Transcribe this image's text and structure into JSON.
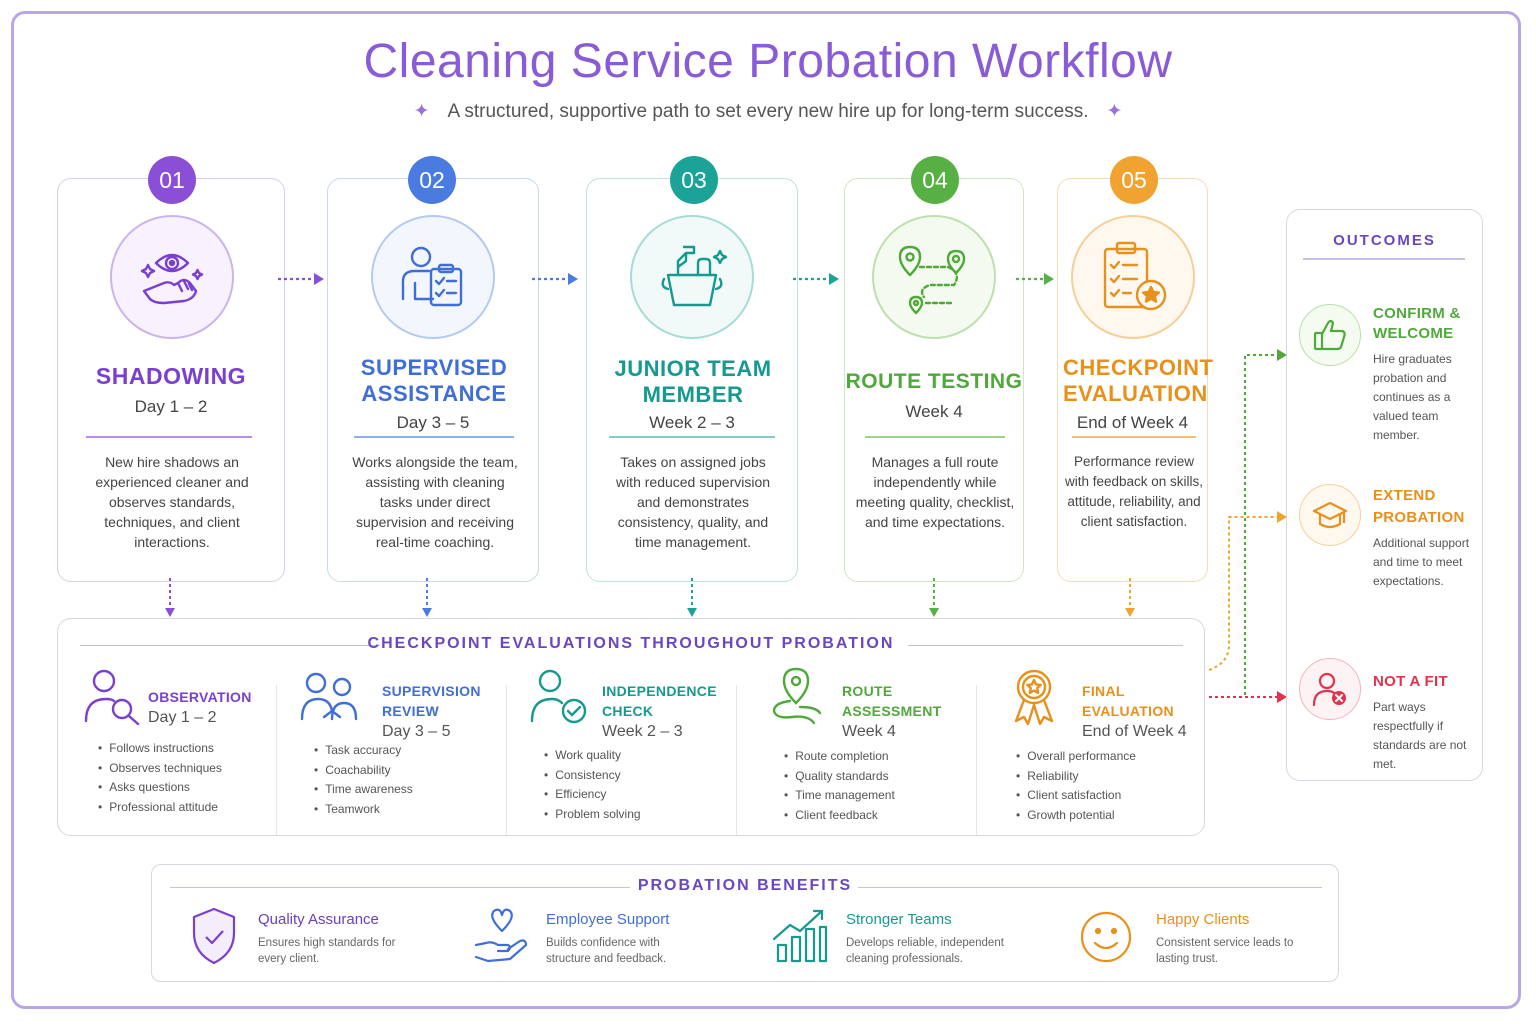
{
  "title": "Cleaning Service Probation Workflow",
  "subtitle": "A structured, supportive path to set every new hire up for long-term success.",
  "subtitle_spark": "✦",
  "colors": {
    "purple": "#7b3fcf",
    "blue": "#3f6ed6",
    "teal": "#16998f",
    "green": "#4fa93a",
    "orange": "#e8901c",
    "red": "#e0344c"
  },
  "stages": [
    {
      "number": "01",
      "name": "SHADOWING",
      "period": "Day 1 – 2",
      "icon": "eye-hand-icon",
      "description": "New hire shadows an experienced cleaner and observes standards, techniques, and client interactions."
    },
    {
      "number": "02",
      "name": "SUPERVISED ASSISTANCE",
      "period": "Day 3 – 5",
      "icon": "supervisor-clipboard-icon",
      "description": "Works alongside the team, assisting with cleaning tasks under direct supervision and receiving real-time coaching."
    },
    {
      "number": "03",
      "name": "JUNIOR TEAM MEMBER",
      "period": "Week 2 – 3",
      "icon": "cleaning-bucket-icon",
      "description": "Takes on assigned jobs with reduced supervision and demonstrates consistency, quality, and time management."
    },
    {
      "number": "04",
      "name": "ROUTE TESTING",
      "period": "Week 4",
      "icon": "route-pins-icon",
      "description": "Manages a full route independently while meeting quality, checklist, and time expectations."
    },
    {
      "number": "05",
      "name": "CHECKPOINT EVALUATION",
      "period": "End of Week 4",
      "icon": "checklist-star-icon",
      "description": "Performance review with feedback on skills, attitude, reliability, and client satisfaction."
    }
  ],
  "checkpoints": {
    "title": "CHECKPOINT  EVALUATIONS  THROUGHOUT  PROBATION",
    "items": [
      {
        "name": "OBSERVATION",
        "period": "Day 1 – 2",
        "icon": "person-magnifier-icon",
        "bullets": [
          "Follows instructions",
          "Observes techniques",
          "Asks questions",
          "Professional attitude"
        ]
      },
      {
        "name": "SUPERVISION REVIEW",
        "period": "Day 3 – 5",
        "icon": "two-people-icon",
        "bullets": [
          "Task accuracy",
          "Coachability",
          "Time awareness",
          "Teamwork"
        ]
      },
      {
        "name": "INDEPENDENCE CHECK",
        "period": "Week 2 – 3",
        "icon": "person-check-icon",
        "bullets": [
          "Work quality",
          "Consistency",
          "Efficiency",
          "Problem solving"
        ]
      },
      {
        "name": "ROUTE ASSESSMENT",
        "period": "Week 4",
        "icon": "map-pin-route-icon",
        "bullets": [
          "Route completion",
          "Quality standards",
          "Time management",
          "Client feedback"
        ]
      },
      {
        "name": "FINAL EVALUATION",
        "period": "End of Week 4",
        "icon": "award-ribbon-icon",
        "bullets": [
          "Overall performance",
          "Reliability",
          "Client satisfaction",
          "Growth potential"
        ]
      }
    ]
  },
  "outcomes": {
    "title": "OUTCOMES",
    "items": [
      {
        "name_line1": "CONFIRM &",
        "name_line2": "WELCOME",
        "icon": "thumbs-up-icon",
        "description": "Hire graduates probation and continues as a valued team member."
      },
      {
        "name_line1": "EXTEND",
        "name_line2": "PROBATION",
        "icon": "graduation-cap-icon",
        "description": "Additional support and time to meet expectations."
      },
      {
        "name_line1": "NOT A FIT",
        "name_line2": "",
        "icon": "person-remove-icon",
        "description": "Part ways respectfully if standards are not met."
      }
    ]
  },
  "benefits": {
    "title": "PROBATION  BENEFITS",
    "items": [
      {
        "name": "Quality Assurance",
        "icon": "shield-check-icon",
        "description": "Ensures high standards for every client."
      },
      {
        "name": "Employee Support",
        "icon": "heart-hand-icon",
        "description": "Builds confidence with structure and feedback."
      },
      {
        "name": "Stronger Teams",
        "icon": "growth-chart-icon",
        "description": "Develops reliable, independent cleaning professionals."
      },
      {
        "name": "Happy Clients",
        "icon": "smiley-face-icon",
        "description": "Consistent service leads to lasting trust."
      }
    ]
  }
}
